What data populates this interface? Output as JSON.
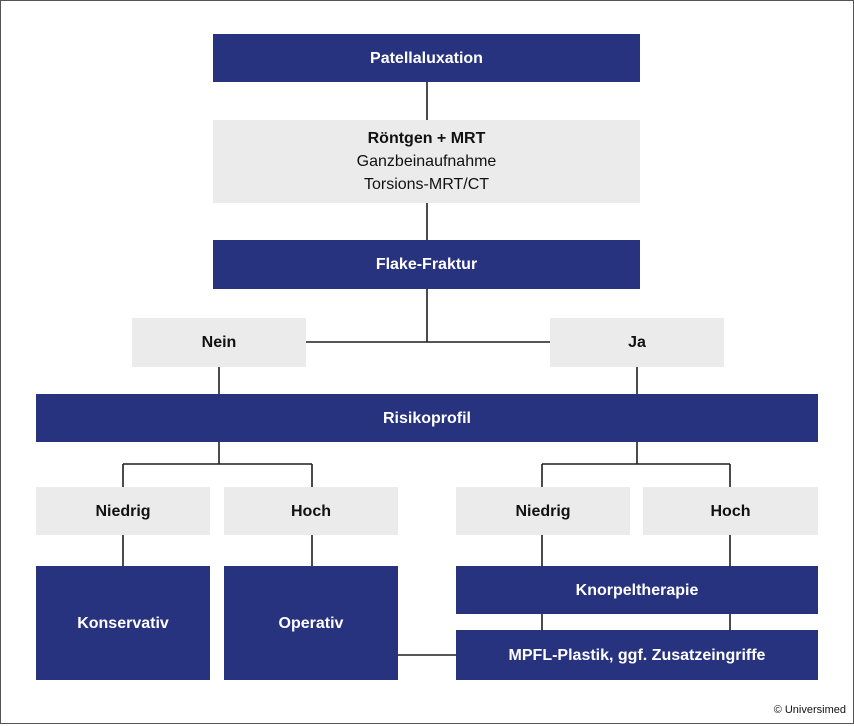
{
  "diagram": {
    "patellaluxation": "Patellaluxation",
    "imaging": {
      "title": "Röntgen + MRT",
      "line1": "Ganzbeinaufnahme",
      "line2": "Torsions-MRT/CT"
    },
    "flake_fraktur": "Flake-Fraktur",
    "nein": "Nein",
    "ja": "Ja",
    "risikoprofil": "Risikoprofil",
    "left_niedrig": "Niedrig",
    "left_hoch": "Hoch",
    "right_niedrig": "Niedrig",
    "right_hoch": "Hoch",
    "konservativ": "Konservativ",
    "operativ": "Operativ",
    "knorpeltherapie": "Knorpeltherapie",
    "mpfl": "MPFL-Plastik, ggf. Zusatzeingriffe",
    "copyright": "© Universimed"
  },
  "colors": {
    "dark_box": "#283380",
    "light_box": "#ebebeb",
    "connector": "#1e1e1e"
  }
}
